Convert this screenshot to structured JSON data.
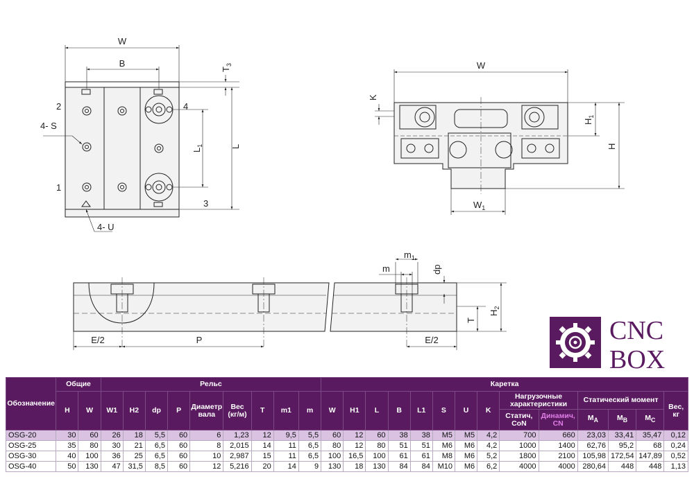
{
  "drawing": {
    "top_view": {
      "W": "W",
      "B": "B",
      "T": "T",
      "T_sub": "3",
      "L": "L",
      "L1": "L",
      "L1_sub": "1",
      "n1": "1",
      "n2": "2",
      "n3": "3",
      "n4": "4",
      "S": "4- S",
      "U": "4- U"
    },
    "front_view": {
      "W": "W",
      "K": "K",
      "H": "H",
      "H1": "H",
      "H1_sub": "1",
      "W1": "W",
      "W1_sub": "1"
    },
    "rail_view": {
      "m": "m",
      "m1": "m",
      "m1_sub": "1",
      "dp": "dp",
      "T": "T",
      "H2": "H",
      "H2_sub": "2",
      "E2_left": "E/2",
      "P": "P",
      "E2_right": "E/2"
    }
  },
  "logo": {
    "line1": "CNC",
    "line2": "BOX",
    "color": "#5a1a60"
  },
  "table": {
    "designation": "Обозначение",
    "groups": {
      "general": "Общие",
      "rail": "Рельс",
      "carriage": "Каретка",
      "load": "Нагрузочные характеристики",
      "moment": "Статический момент",
      "weight": "Вес, кг"
    },
    "general_cols": [
      "H",
      "W"
    ],
    "rail_cols": [
      "W1",
      "H2",
      "dp",
      "P",
      "Диаметр вала",
      "Вес (кг/м)",
      "T",
      "m1",
      "m"
    ],
    "carriage_cols": [
      "W",
      "H1",
      "L",
      "B",
      "L1",
      "S",
      "U",
      "K"
    ],
    "load_cols": [
      "Статич, CoN",
      "Динамич, CN"
    ],
    "moment_cols": [
      {
        "base": "M",
        "sub": "A"
      },
      {
        "base": "M",
        "sub": "B"
      },
      {
        "base": "M",
        "sub": "C"
      }
    ],
    "rows": [
      [
        "OSG-20",
        "30",
        "60",
        "26",
        "18",
        "5,5",
        "60",
        "6",
        "1,23",
        "12",
        "9,5",
        "5,5",
        "60",
        "12",
        "60",
        "38",
        "38",
        "M5",
        "M5",
        "4,2",
        "700",
        "660",
        "23,03",
        "33,41",
        "35,47",
        "0,12"
      ],
      [
        "OSG-25",
        "35",
        "80",
        "30",
        "21",
        "6,5",
        "60",
        "8",
        "2,015",
        "14",
        "11",
        "6,5",
        "80",
        "12",
        "80",
        "51",
        "51",
        "M6",
        "M6",
        "4,2",
        "1000",
        "1400",
        "62,76",
        "95,2",
        "68",
        "0,24"
      ],
      [
        "OSG-30",
        "40",
        "100",
        "36",
        "25",
        "6,5",
        "60",
        "10",
        "2,987",
        "15",
        "11",
        "6,5",
        "100",
        "16,5",
        "100",
        "61",
        "61",
        "M8",
        "M6",
        "5,2",
        "1800",
        "2100",
        "105,98",
        "172,54",
        "147,89",
        "0,52"
      ],
      [
        "OSG-40",
        "50",
        "130",
        "47",
        "31,5",
        "8,5",
        "60",
        "12",
        "5,216",
        "20",
        "14",
        "9",
        "130",
        "18",
        "130",
        "84",
        "84",
        "M10",
        "M6",
        "6,2",
        "4000",
        "4000",
        "280,64",
        "448",
        "448",
        "1,13"
      ]
    ]
  }
}
